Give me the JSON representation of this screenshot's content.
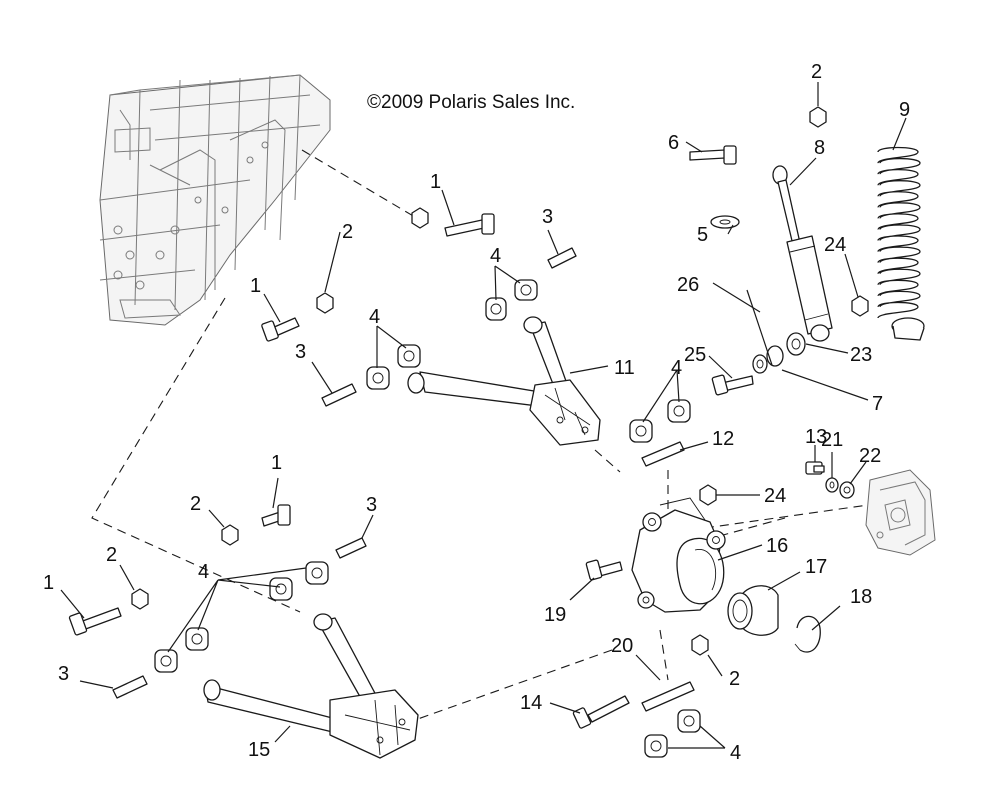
{
  "copyright": "©2009 Polaris Sales Inc.",
  "callouts": [
    "2",
    "9",
    "6",
    "8",
    "1",
    "3",
    "2",
    "4",
    "5",
    "24",
    "1",
    "26",
    "4",
    "11",
    "25",
    "4",
    "3",
    "23",
    "7",
    "12",
    "13",
    "21",
    "22",
    "1",
    "24",
    "2",
    "3",
    "16",
    "17",
    "2",
    "4",
    "19",
    "18",
    "1",
    "3",
    "20",
    "2",
    "14",
    "15",
    "4"
  ],
  "colors": {
    "line": "#1a1a1a",
    "frame": "#7a7a7a",
    "background": "#ffffff"
  }
}
